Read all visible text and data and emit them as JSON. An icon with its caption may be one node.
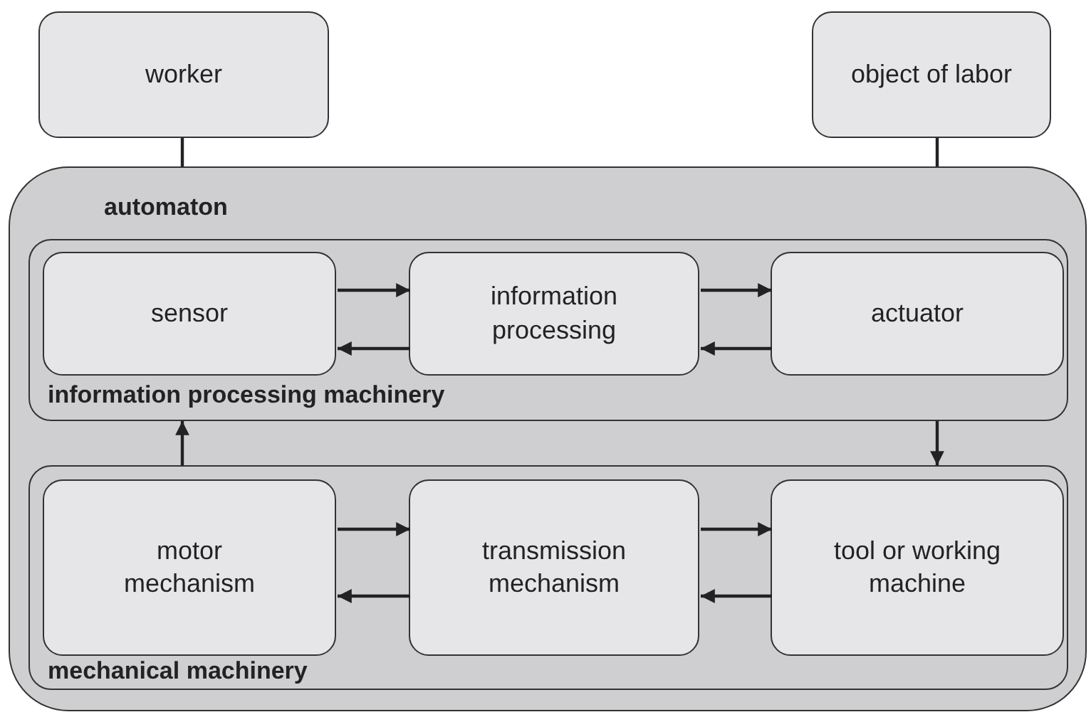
{
  "diagram": {
    "nodes": [
      {
        "text": [
          "worker"
        ]
      },
      {
        "text": [
          "object of labor"
        ]
      },
      {
        "text": [
          "automaton"
        ]
      },
      {
        "text": [
          "information processing machinery"
        ],
        "in": 2
      },
      {
        "text": [
          "sensor"
        ],
        "in": 3
      },
      {
        "text": [
          "information processing"
        ],
        "in": 3
      },
      {
        "text": [
          "actuator"
        ],
        "in": 3
      },
      {
        "text": [
          "mechanical machinery"
        ],
        "in": 2
      },
      {
        "text": [
          "motor mechanism"
        ],
        "in": 7
      },
      {
        "text": [
          "transmission mechanism"
        ],
        "in": 7
      },
      {
        "text": [
          "tool or working machine"
        ],
        "in": 7
      }
    ],
    "edges": [
      {
        "from": 0,
        "to": 2,
        "arrow": "none"
      },
      {
        "from": 1,
        "to": 2,
        "arrow": "none"
      },
      {
        "from": 4,
        "to": 5,
        "arrow": "to"
      },
      {
        "from": 5,
        "to": 4,
        "arrow": "to"
      },
      {
        "from": 5,
        "to": 6,
        "arrow": "to"
      },
      {
        "from": 6,
        "to": 5,
        "arrow": "to"
      },
      {
        "from": 3,
        "to": 7,
        "arrow": "to"
      },
      {
        "from": 7,
        "to": 3,
        "arrow": "to"
      },
      {
        "from": 8,
        "to": 9,
        "arrow": "to"
      },
      {
        "from": 9,
        "to": 8,
        "arrow": "to"
      },
      {
        "from": 9,
        "to": 10,
        "arrow": "to"
      },
      {
        "from": 10,
        "to": 9,
        "arrow": "to"
      }
    ]
  }
}
